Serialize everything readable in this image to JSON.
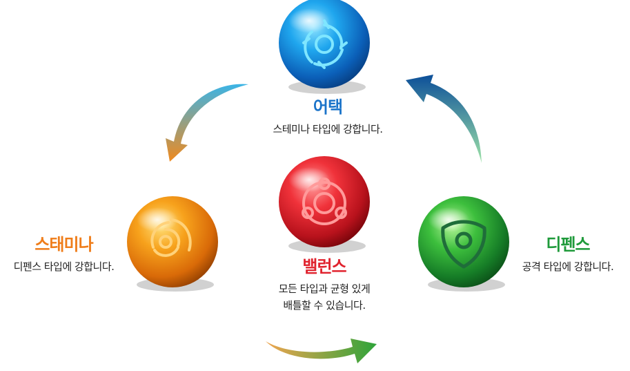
{
  "types": {
    "attack": {
      "title": "어택",
      "desc": "스테미나 타입에 강합니다.",
      "color": "#1a73c9"
    },
    "stamina": {
      "title": "스태미나",
      "desc": "디펜스 타입에 강합니다.",
      "color": "#ef7d1a"
    },
    "defense": {
      "title": "디펜스",
      "desc": "공격 타입에 강합니다.",
      "color": "#1f9a3b"
    },
    "balance": {
      "title": "밸런스",
      "desc_line1": "모든 타입과 균형 있게",
      "desc_line2": "배틀할 수 있습니다.",
      "color": "#e0232e"
    }
  },
  "icons": {
    "attack": "vortex-blade-icon",
    "stamina": "spiral-icon",
    "defense": "shield-icon",
    "balance": "atom-icon"
  }
}
